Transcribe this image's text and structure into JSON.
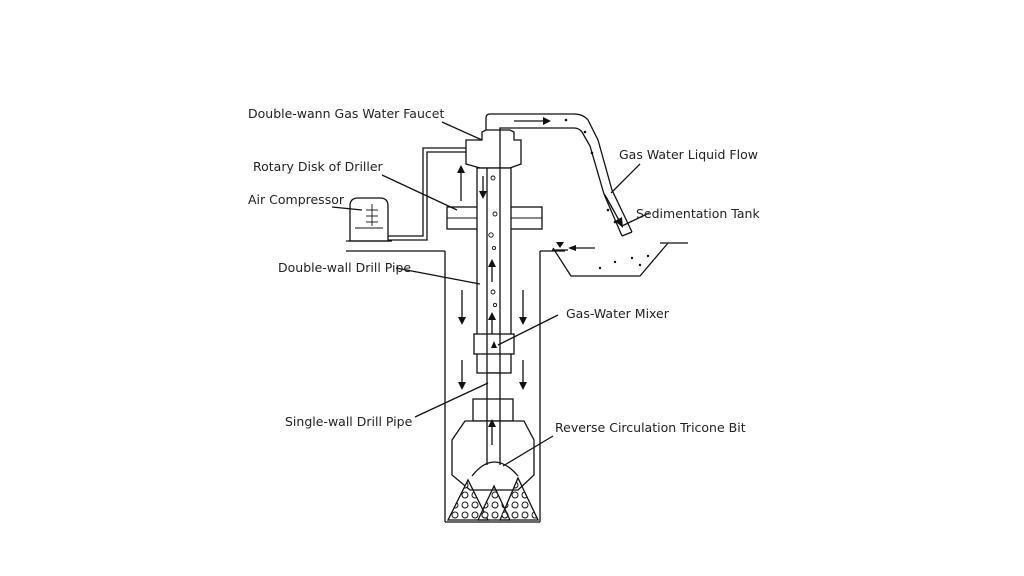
{
  "labels": {
    "faucet": "Double-wann Gas Water Faucet",
    "rotary_disk": "Rotary Disk of Driller",
    "air_compressor": "Air Compressor",
    "double_wall_pipe": "Double-wall Drill Pipe",
    "single_wall_pipe": "Single-wall Drill Pipe",
    "liquid_flow": "Gas Water Liquid Flow",
    "sedimentation_tank": "Sedimentation Tank",
    "gas_water_mixer": "Gas-Water Mixer",
    "tricone_bit": "Reverse Circulation Tricone Bit"
  }
}
